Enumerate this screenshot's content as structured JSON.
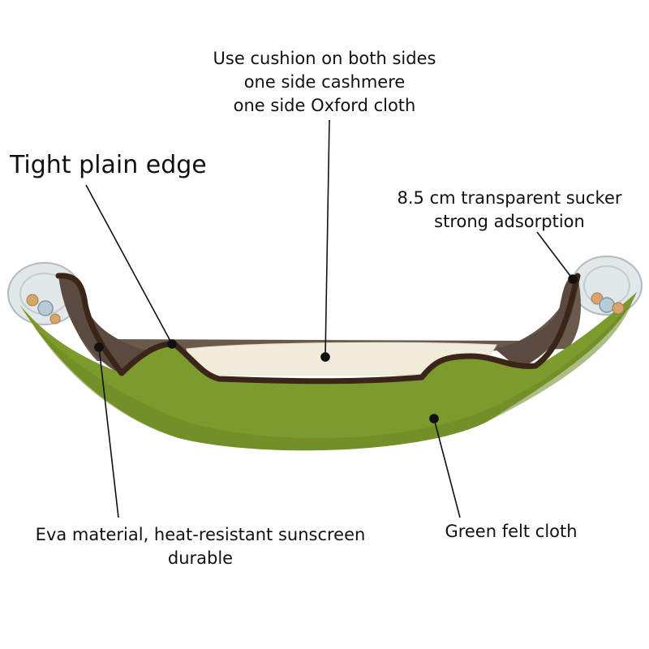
{
  "colors": {
    "felt": "#7d9a2c",
    "felt_dark": "#6b8624",
    "trim": "#3b2418",
    "inner_wall": "#6a5a4e",
    "cushion": "#f2ecdd",
    "suction": "#d9dfe3",
    "bead": "#d8a66a",
    "pointer": "#111111"
  },
  "callouts": {
    "cushion": {
      "lines": [
        "Use cushion on both sides",
        "one side cashmere",
        "one side Oxford cloth"
      ]
    },
    "edge": {
      "text": "Tight plain edge"
    },
    "sucker": {
      "lines": [
        "8.5 cm transparent sucker",
        "strong adsorption"
      ]
    },
    "eva": {
      "lines": [
        "Eva material, heat-resistant sunscreen",
        "durable"
      ]
    },
    "felt": {
      "text": "Green felt cloth"
    }
  }
}
